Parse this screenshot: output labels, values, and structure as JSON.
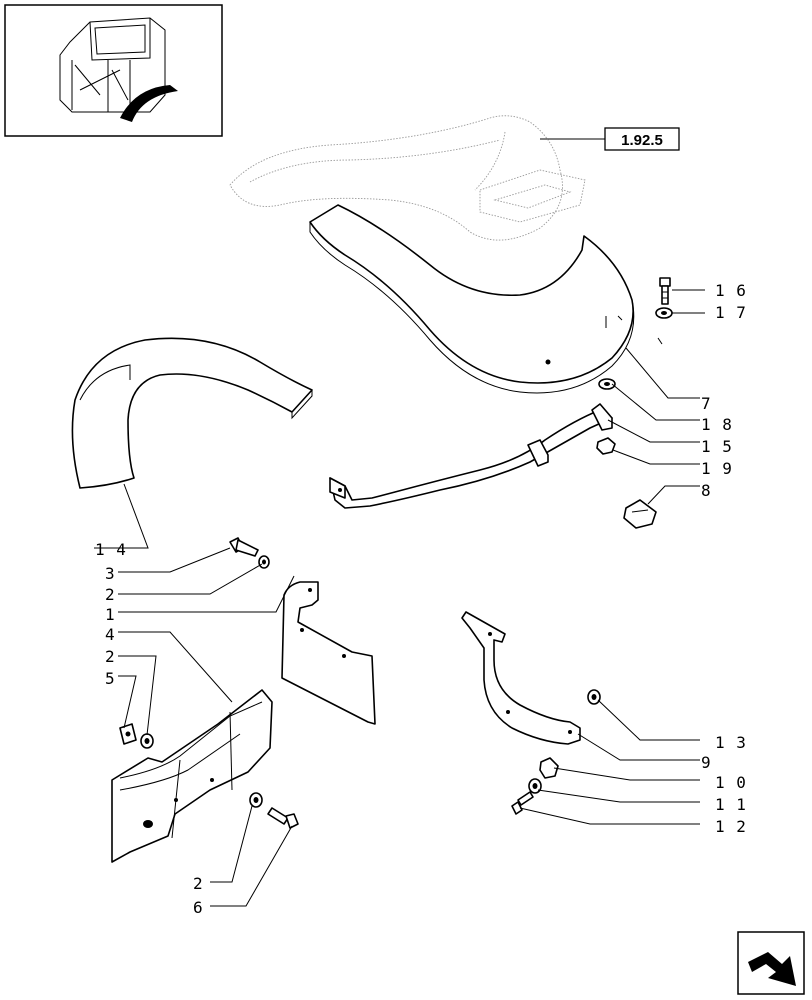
{
  "reference_box": "1.92.5",
  "callouts": {
    "c16": "1 6",
    "c17": "1 7",
    "c7": "7",
    "c18": "1 8",
    "c15": "1 5",
    "c19": "1 9",
    "c8": "8",
    "c14": "1 4",
    "c3": "3",
    "c2a": "2",
    "c1": "1",
    "c4": "4",
    "c2b": "2",
    "c5": "5",
    "c13": "1 3",
    "c9": "9",
    "c10": "1 0",
    "c11": "1 1",
    "c12": "1 2",
    "c2c": "2",
    "c6": "6"
  },
  "icons": {
    "thumbnail": "tractor-cab-thumbnail-icon",
    "navigation": "next-page-arrow-icon"
  }
}
